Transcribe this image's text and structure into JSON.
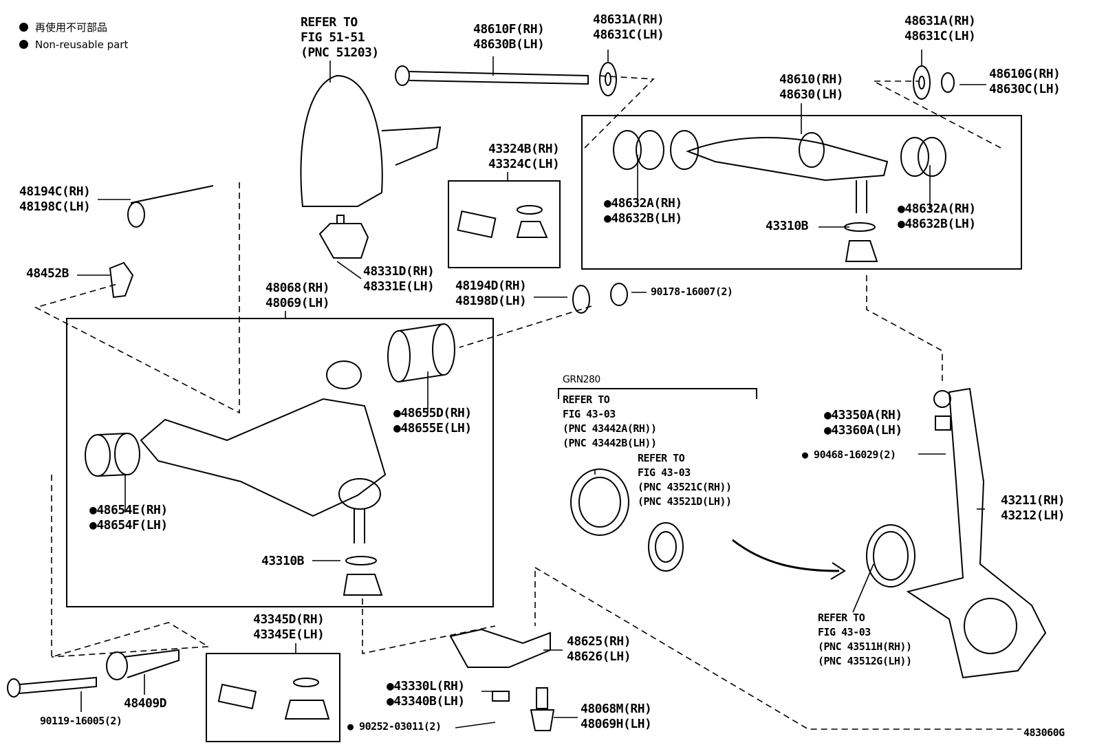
{
  "legend": {
    "line_ja": "再使用不可部品",
    "line_en": "Non-reusable part"
  },
  "labels": [
    {
      "lines": [
        "REFER TO",
        "FIG 51-51",
        "(PNC 51203)"
      ]
    },
    {
      "lines": [
        "48610F(RH)",
        "48630B(LH)"
      ]
    },
    {
      "lines": [
        "48631A(RH)",
        "48631C(LH)"
      ]
    },
    {
      "lines": [
        "48631A(RH)",
        "48631C(LH)"
      ]
    },
    {
      "lines": [
        "48610G(RH)",
        "48630C(LH)"
      ]
    },
    {
      "lines": [
        "48610(RH)",
        "48630(LH)"
      ]
    },
    {
      "lines": [
        "48194C(RH)",
        "48198C(LH)"
      ]
    },
    {
      "lines": [
        "43324B(RH)",
        "43324C(LH)"
      ]
    },
    {
      "lines": [
        "●48632A(RH)",
        "●48632B(LH)"
      ]
    },
    {
      "lines": [
        "●48632A(RH)",
        "●48632B(LH)"
      ]
    },
    {
      "lines": [
        "43310B"
      ]
    },
    {
      "lines": [
        "48452B"
      ]
    },
    {
      "lines": [
        "48331D(RH)",
        "48331E(LH)"
      ]
    },
    {
      "lines": [
        "48068(RH)",
        "48069(LH)"
      ]
    },
    {
      "lines": [
        "48194D(RH)",
        "48198D(LH)"
      ]
    },
    {
      "lines": [
        "90178-16007(2)"
      ]
    },
    {
      "lines": [
        "●48655D(RH)",
        "●48655E(LH)"
      ]
    },
    {
      "lines": [
        "GRN280"
      ]
    },
    {
      "lines": [
        "REFER TO",
        "FIG 43-03",
        "(PNC 43442A(RH))",
        "(PNC 43442B(LH))"
      ]
    },
    {
      "lines": [
        "REFER TO",
        "FIG 43-03",
        "(PNC 43521C(RH))",
        "(PNC 43521D(LH))"
      ]
    },
    {
      "lines": [
        "●43350A(RH)",
        "●43360A(LH)"
      ]
    },
    {
      "lines": [
        "● 90468-16029(2)"
      ]
    },
    {
      "lines": [
        "43211(RH)",
        "43212(LH)"
      ]
    },
    {
      "lines": [
        "●48654E(RH)",
        "●48654F(LH)"
      ]
    },
    {
      "lines": [
        "43310B"
      ]
    },
    {
      "lines": [
        "43345D(RH)",
        "43345E(LH)"
      ]
    },
    {
      "lines": [
        "48625(RH)",
        "48626(LH)"
      ]
    },
    {
      "lines": [
        "REFER TO",
        "FIG 43-03",
        "(PNC 43511H(RH))",
        "(PNC 43512G(LH))"
      ]
    },
    {
      "lines": [
        "48409D"
      ]
    },
    {
      "lines": [
        "90119-16005(2)"
      ]
    },
    {
      "lines": [
        "●43330L(RH)",
        "●43340B(LH)"
      ]
    },
    {
      "lines": [
        "● 90252-03011(2)"
      ]
    },
    {
      "lines": [
        "48068M(RH)",
        "48069H(LH)"
      ]
    },
    {
      "lines": [
        "483060G"
      ]
    }
  ]
}
